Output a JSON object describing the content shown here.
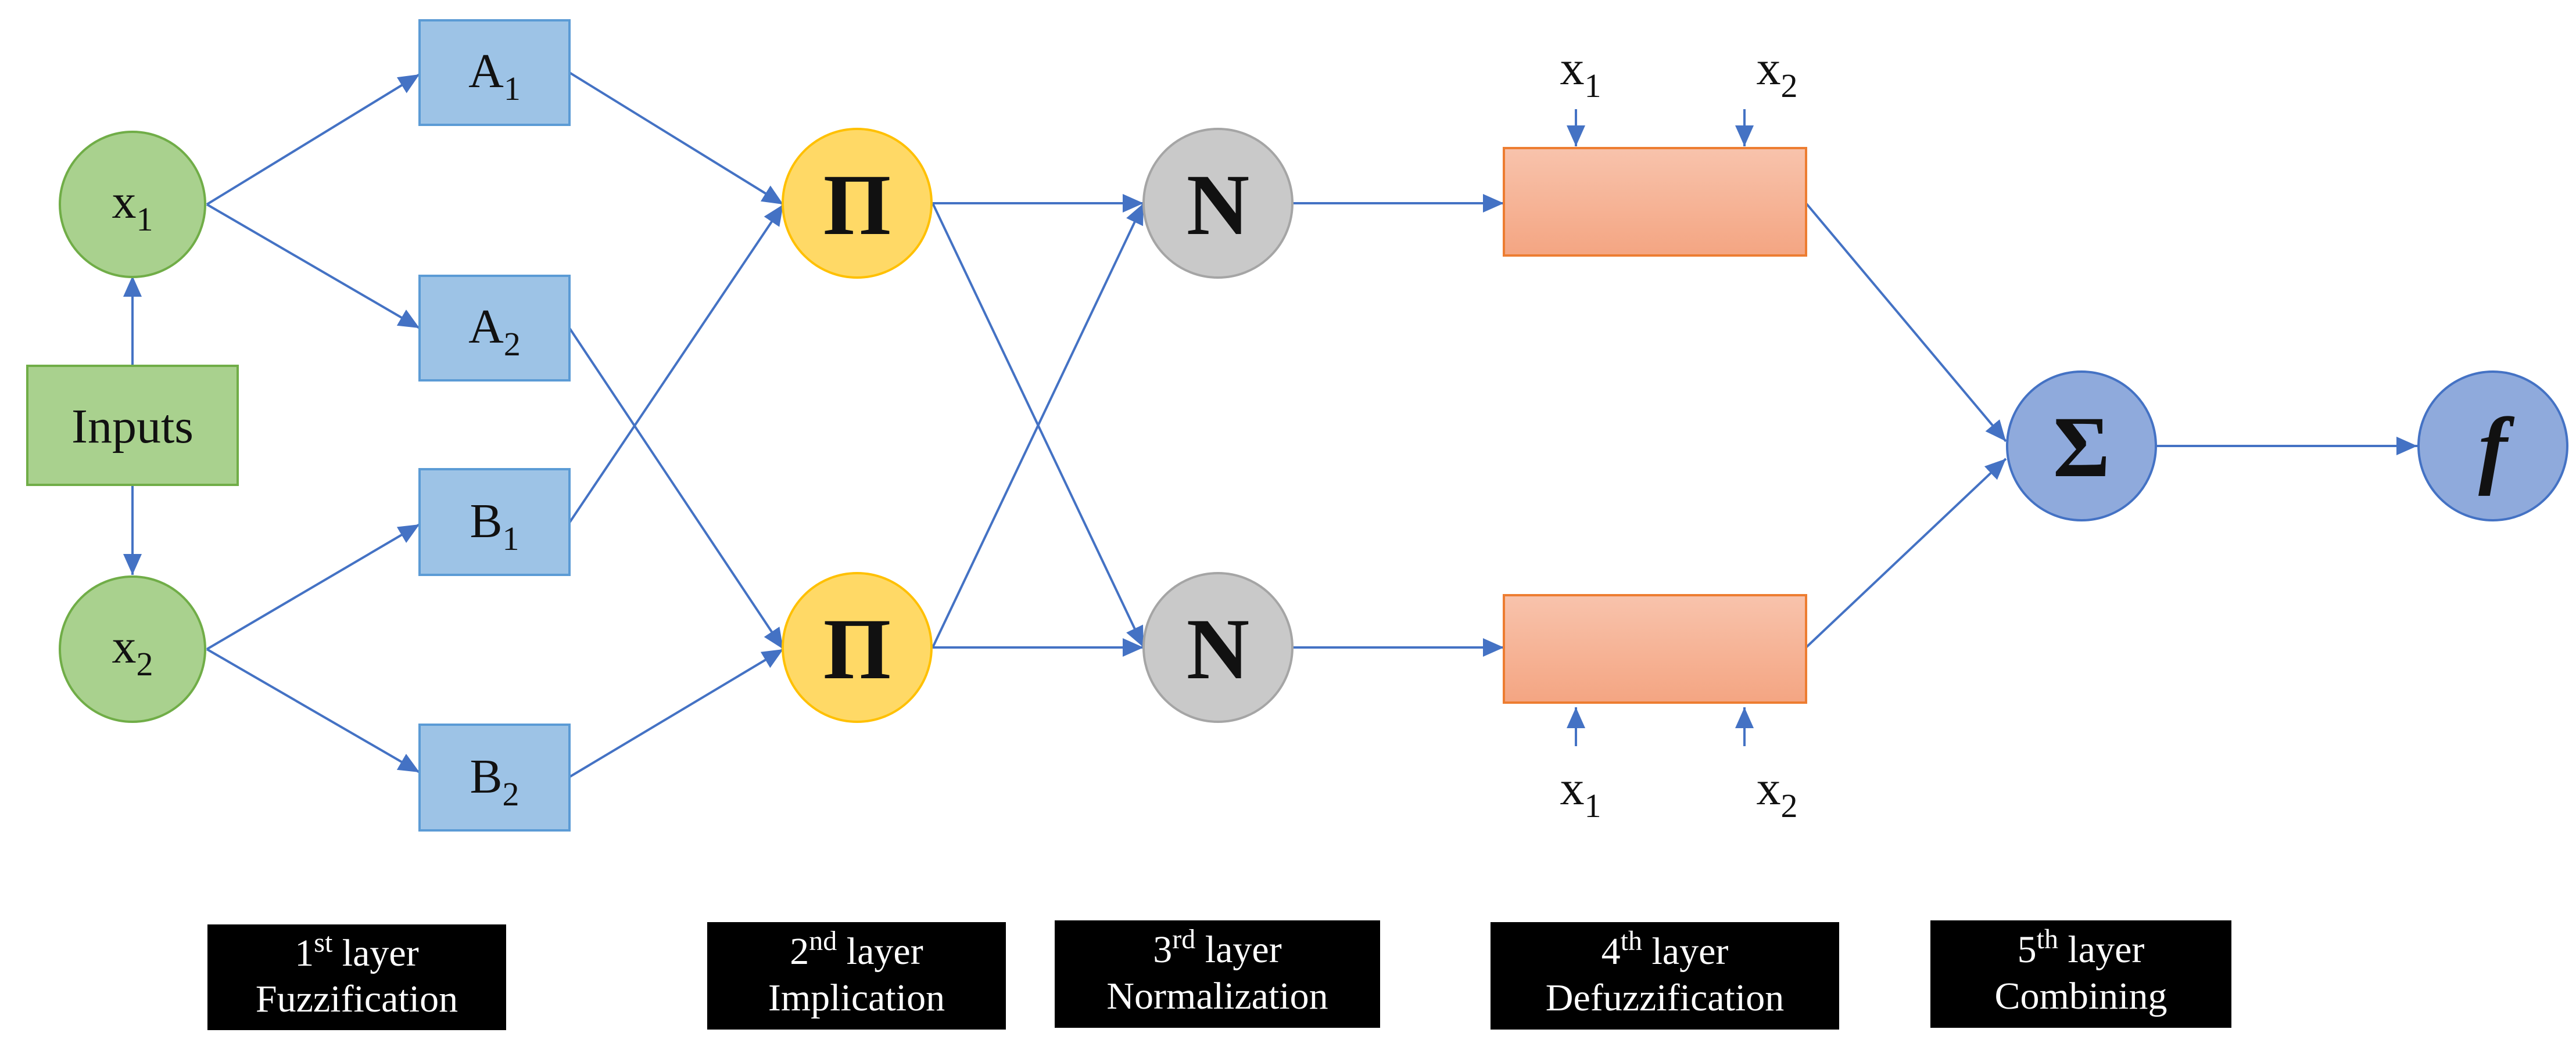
{
  "diagram": {
    "colors": {
      "input_fill": "#A9D18E",
      "input_stroke": "#70AD47",
      "mf_fill": "#9DC3E6",
      "mf_stroke": "#5B9BD5",
      "product_fill": "#FFD966",
      "product_stroke": "#F4B183",
      "norm_fill": "#C9C9C9",
      "norm_stroke": "#A5A5A5",
      "defuzz_fill": "#F4A582",
      "defuzz_stroke": "#ED7D31",
      "sum_fill": "#8FAADC",
      "sum_stroke": "#4472C4",
      "edge": "#4472C4",
      "layer_label_bg": "#000000"
    },
    "inputs_box": {
      "label": "Inputs"
    },
    "input_nodes": [
      {
        "base": "x",
        "sub": "1"
      },
      {
        "base": "x",
        "sub": "2"
      }
    ],
    "membership_boxes": [
      {
        "base": "A",
        "sub": "1"
      },
      {
        "base": "A",
        "sub": "2"
      },
      {
        "base": "B",
        "sub": "1"
      },
      {
        "base": "B",
        "sub": "2"
      }
    ],
    "product_nodes": [
      {
        "symbol": "Π"
      },
      {
        "symbol": "Π"
      }
    ],
    "norm_nodes": [
      {
        "symbol": "N"
      },
      {
        "symbol": "N"
      }
    ],
    "defuzz_inputs_top": [
      {
        "base": "x",
        "sub": "1"
      },
      {
        "base": "x",
        "sub": "2"
      }
    ],
    "defuzz_inputs_bottom": [
      {
        "base": "x",
        "sub": "1"
      },
      {
        "base": "x",
        "sub": "2"
      }
    ],
    "sum_node": {
      "symbol": "Σ"
    },
    "output_node": {
      "symbol": "f"
    },
    "layer_labels": [
      {
        "num": "1",
        "sup": "st",
        "word": " layer",
        "name": "Fuzzification"
      },
      {
        "num": "2",
        "sup": "nd",
        "word": " layer",
        "name": "Implication"
      },
      {
        "num": "3",
        "sup": "rd",
        "word": " layer",
        "name": "Normalization"
      },
      {
        "num": "4",
        "sup": "th",
        "word": " layer",
        "name": "Defuzzification"
      },
      {
        "num": "5",
        "sup": "th",
        "word": " layer",
        "name": "Combining"
      }
    ]
  }
}
